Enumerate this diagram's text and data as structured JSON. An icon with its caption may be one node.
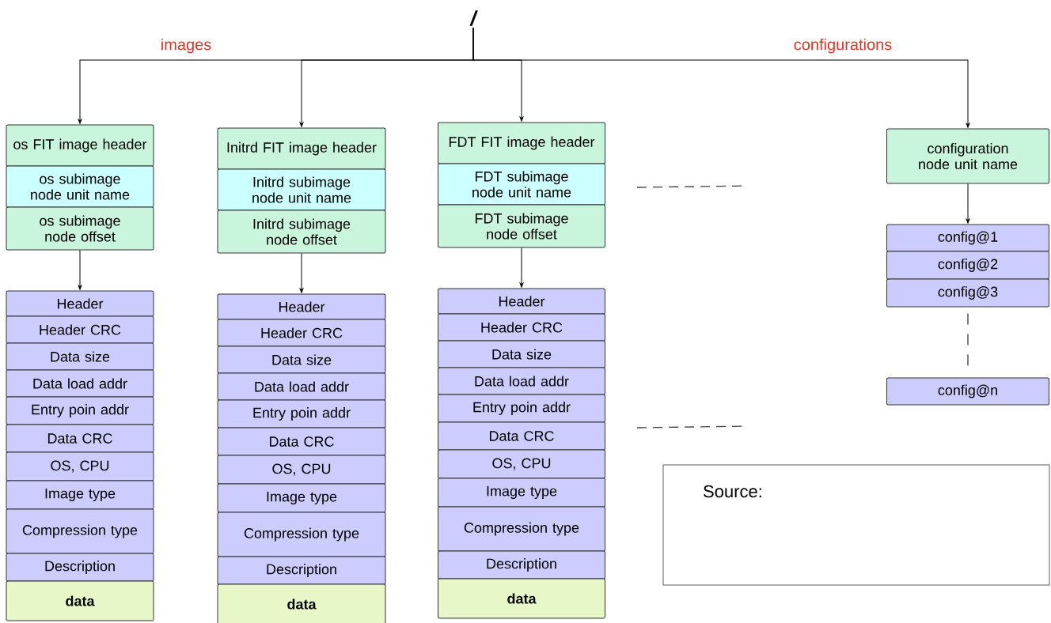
{
  "diagram": {
    "nodes": [
      {
        "text": [
          "/"
        ]
      },
      {
        "text": [
          "os FIT image header"
        ]
      },
      {
        "text": [
          "os subimage node unit name"
        ]
      },
      {
        "text": [
          "os subimage node offset"
        ]
      },
      {
        "text": [
          "Header"
        ]
      },
      {
        "text": [
          "Header CRC"
        ]
      },
      {
        "text": [
          "Data size"
        ]
      },
      {
        "text": [
          "Data load addr"
        ]
      },
      {
        "text": [
          "Entry poin addr"
        ]
      },
      {
        "text": [
          "Data CRC"
        ]
      },
      {
        "text": [
          "OS, CPU"
        ]
      },
      {
        "text": [
          "Image type"
        ]
      },
      {
        "text": [
          "Compression type"
        ]
      },
      {
        "text": [
          "Description"
        ]
      },
      {
        "text": [
          "data"
        ]
      },
      {
        "text": [
          "Initrd FIT image header"
        ]
      },
      {
        "text": [
          "Initrd subimage node unit name"
        ]
      },
      {
        "text": [
          "Initrd subimage node offset"
        ]
      },
      {
        "text": [
          "Header"
        ]
      },
      {
        "text": [
          "Header CRC"
        ]
      },
      {
        "text": [
          "Data size"
        ]
      },
      {
        "text": [
          "Data load addr"
        ]
      },
      {
        "text": [
          "Entry poin addr"
        ]
      },
      {
        "text": [
          "Data CRC"
        ]
      },
      {
        "text": [
          "OS, CPU"
        ]
      },
      {
        "text": [
          "Image type"
        ]
      },
      {
        "text": [
          "Compression type"
        ]
      },
      {
        "text": [
          "Description"
        ]
      },
      {
        "text": [
          "data"
        ]
      },
      {
        "text": [
          "FDT FIT image header"
        ]
      },
      {
        "text": [
          "FDT subimage node unit name"
        ]
      },
      {
        "text": [
          "FDT subimage node offset"
        ]
      },
      {
        "text": [
          "Header"
        ]
      },
      {
        "text": [
          "Header CRC"
        ]
      },
      {
        "text": [
          "Data size"
        ]
      },
      {
        "text": [
          "Data load addr"
        ]
      },
      {
        "text": [
          "Entry poin addr"
        ]
      },
      {
        "text": [
          "Data CRC"
        ]
      },
      {
        "text": [
          "OS, CPU"
        ]
      },
      {
        "text": [
          "Image type"
        ]
      },
      {
        "text": [
          "Compression type"
        ]
      },
      {
        "text": [
          "Description"
        ]
      },
      {
        "text": [
          "data"
        ]
      },
      {
        "text": [
          "configuration node unit name"
        ]
      },
      {
        "text": [
          "config@1"
        ]
      },
      {
        "text": [
          "config@2"
        ]
      },
      {
        "text": [
          "config@3"
        ]
      },
      {
        "text": [
          "config@n"
        ]
      },
      {
        "text": [
          "Source:"
        ]
      }
    ],
    "edges": [
      {
        "from": 0,
        "to": 1,
        "arrow": "to",
        "label": "images"
      },
      {
        "from": 0,
        "to": 15,
        "arrow": "to"
      },
      {
        "from": 0,
        "to": 29,
        "arrow": "to"
      },
      {
        "from": 0,
        "to": 43,
        "arrow": "to",
        "label": "configurations"
      },
      {
        "from": 3,
        "to": 4,
        "arrow": "to"
      },
      {
        "from": 17,
        "to": 18,
        "arrow": "to"
      },
      {
        "from": 31,
        "to": 32,
        "arrow": "to"
      },
      {
        "from": 43,
        "to": 44,
        "arrow": "to"
      },
      {
        "from": 46,
        "to": 47,
        "arrow": "none",
        "style": "dashed"
      }
    ]
  }
}
